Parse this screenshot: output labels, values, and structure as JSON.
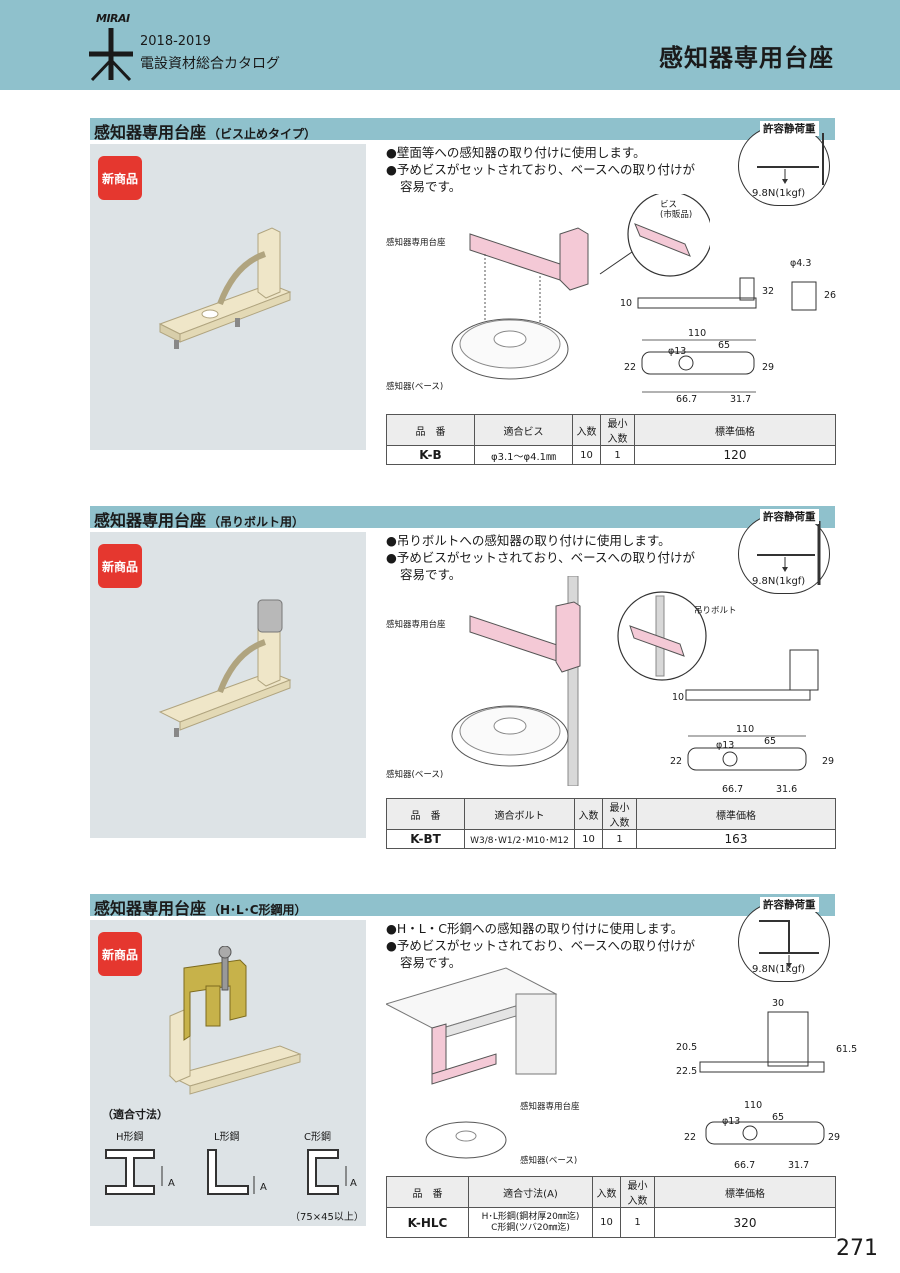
{
  "header": {
    "brand": "MIRAI",
    "year": "2018-2019",
    "catalog_title": "電設資材総合カタログ",
    "page_title": "感知器専用台座"
  },
  "sections": [
    {
      "title": "感知器専用台座",
      "subtitle": "（ビス止めタイプ）",
      "badge": "新商品",
      "desc": [
        "●壁面等への感知器の取り付けに使用します。",
        "●予めビスがセットされており、ベースへの取り付けが",
        "容易です。"
      ],
      "load_label": "許容静荷重",
      "load_value": "9.8N(1kgf)",
      "callouts": [
        "感知器専用台座",
        "感知器(ベース)",
        "ビス",
        "(市販品)"
      ],
      "dims": [
        "110",
        "65",
        "22",
        "29",
        "66.7",
        "31.7",
        "10",
        "32",
        "26",
        "φ13",
        "φ4.3"
      ],
      "table": {
        "headers": [
          "品　番",
          "適合ビス",
          "入数",
          "最小入数",
          "標準価格"
        ],
        "row": [
          "K-B",
          "φ3.1～φ4.1㎜",
          "10",
          "1",
          "120"
        ]
      }
    },
    {
      "title": "感知器専用台座",
      "subtitle": "（吊りボルト用）",
      "badge": "新商品",
      "desc": [
        "●吊りボルトへの感知器の取り付けに使用します。",
        "●予めビスがセットされており、ベースへの取り付けが",
        "容易です。"
      ],
      "load_label": "許容静荷重",
      "load_value": "9.8N(1kgf)",
      "callouts": [
        "感知器専用台座",
        "感知器(ベース)",
        "吊りボルト"
      ],
      "dims": [
        "110",
        "65",
        "22",
        "29",
        "66.7",
        "31.6",
        "10",
        "φ13"
      ],
      "table": {
        "headers": [
          "品　番",
          "適合ボルト",
          "入数",
          "最小入数",
          "標準価格"
        ],
        "row": [
          "K-BT",
          "W3/8･W1/2･M10･M12",
          "10",
          "1",
          "163"
        ]
      }
    },
    {
      "title": "感知器専用台座",
      "subtitle": "（H･L･C形鋼用）",
      "badge": "新商品",
      "desc": [
        "●H・L・C形鋼への感知器の取り付けに使用します。",
        "●予めビスがセットされており、ベースへの取り付けが",
        "容易です。"
      ],
      "load_label": "許容静荷重",
      "load_value": "9.8N(1kgf)",
      "callouts": [
        "感知器専用台座",
        "感知器(ベース)"
      ],
      "dims": [
        "30",
        "61.5",
        "20.5",
        "22.5",
        "110",
        "65",
        "22",
        "29",
        "66.7",
        "31.7",
        "φ13"
      ],
      "fit": {
        "title": "（適合寸法）",
        "h": "H形鋼",
        "l": "L形鋼",
        "c": "C形鋼",
        "a": "A",
        "c_note": "（75×45以上）"
      },
      "table": {
        "headers": [
          "品　番",
          "適合寸法(A)",
          "入数",
          "最小入数",
          "標準価格"
        ],
        "row": [
          "K-HLC",
          "H･L形鋼(鋼材厚20㎜迄)",
          "C形鋼(ツバ20㎜迄)",
          "10",
          "1",
          "320"
        ]
      }
    }
  ],
  "page_number": "271"
}
